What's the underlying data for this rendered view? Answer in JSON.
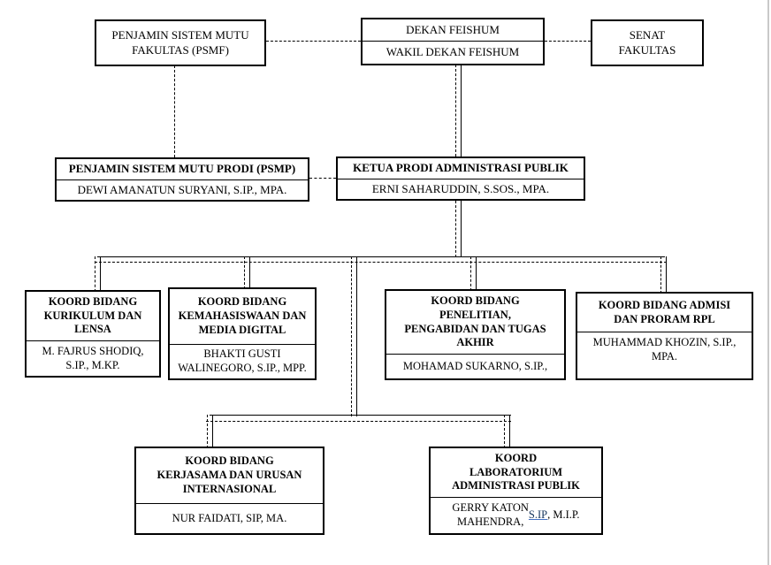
{
  "page": {
    "background": "#ffffff",
    "line_color": "#000000",
    "link_color": "#17365d",
    "link_underline_color": "#4472c4"
  },
  "boxes": {
    "psmf": {
      "title": [
        "PENJAMIN SISTEM MUTU",
        "FAKULTAS (PSMF)"
      ]
    },
    "dekan": {
      "title": "DEKAN FEISHUM",
      "subtitle": "WAKIL DEKAN FEISHUM"
    },
    "senat": {
      "title": [
        "SENAT",
        "FAKULTAS"
      ]
    },
    "psmp": {
      "title": "PENJAMIN SISTEM MUTU PRODI (PSMP)",
      "name": "DEWI AMANATUN SURYANI, S.IP., MPA."
    },
    "ketua": {
      "title": "KETUA PRODI ADMINISTRASI  PUBLIK",
      "name": "ERNI SAHARUDDIN,  S.SOS.,  MPA."
    },
    "kurikulum": {
      "title": [
        "KOORD BIDANG",
        "KURIKULUM DAN",
        "LENSA"
      ],
      "name": [
        "M. FAJRUS SHODIQ,",
        "S.IP., M.KP."
      ]
    },
    "kemahasiswaan": {
      "title": [
        "KOORD BIDANG",
        "KEMAHASISWAAN DAN",
        "MEDIA DIGITAL"
      ],
      "name": [
        "BHAKTI GUSTI",
        "WALINEGORO, S.IP., MPP."
      ]
    },
    "penelitian": {
      "title": [
        "KOORD BIDANG",
        "PENELITIAN,",
        "PENGABIDAN DAN TUGAS",
        "AKHIR"
      ],
      "name": "MOHAMAD SUKARNO, S.IP.,"
    },
    "admisi": {
      "title": [
        "KOORD BIDANG ADMISI",
        "DAN PRORAM RPL"
      ],
      "name": [
        "MUHAMMAD KHOZIN, S.IP.,",
        "MPA."
      ]
    },
    "kerjasama": {
      "title": [
        "KOORD BIDANG",
        "KERJASAMA DAN URUSAN",
        "INTERNASIONAL"
      ],
      "name": "NUR FAIDATI, SIP, MA."
    },
    "laboratorium": {
      "title": [
        "KOORD",
        "LABORATORIUM",
        "ADMINISTRASI PUBLIK"
      ],
      "name_prefix": [
        "GERRY KATON",
        "MAHENDRA, "
      ],
      "name_link": "S.IP",
      "name_suffix": ", M.I.P."
    }
  }
}
